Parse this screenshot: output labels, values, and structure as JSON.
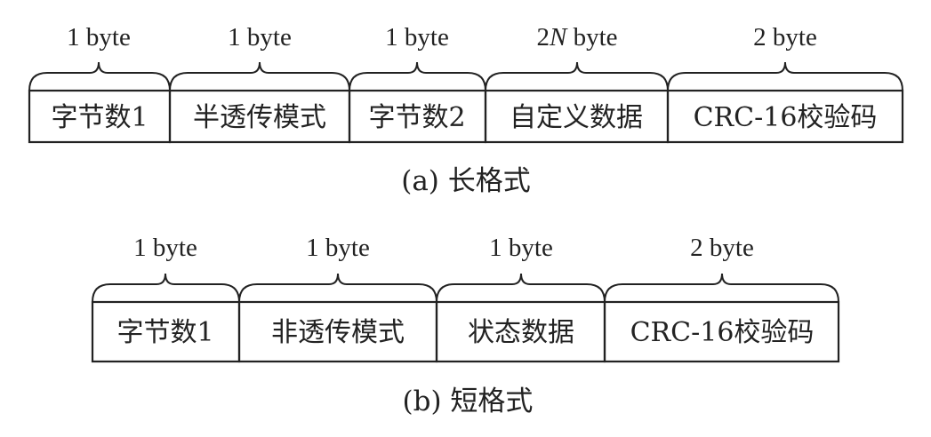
{
  "long_format": {
    "caption": "(a) 长格式",
    "fields": [
      {
        "size_label": "1 byte",
        "field_label": "字节数1"
      },
      {
        "size_label": "1 byte",
        "field_label": "半透传模式"
      },
      {
        "size_label": "1 byte",
        "field_label": "字节数2"
      },
      {
        "size_label": "2N byte",
        "size_prefix": "2",
        "size_italic": "N",
        "size_suffix": " byte",
        "field_label": "自定义数据"
      },
      {
        "size_label": "2 byte",
        "field_label": "CRC-16校验码"
      }
    ]
  },
  "short_format": {
    "caption": "(b) 短格式",
    "fields": [
      {
        "size_label": "1 byte",
        "field_label": "字节数1"
      },
      {
        "size_label": "1 byte",
        "field_label": "非透传模式"
      },
      {
        "size_label": "1 byte",
        "field_label": "状态数据"
      },
      {
        "size_label": "2 byte",
        "field_label": "CRC-16校验码"
      }
    ]
  }
}
